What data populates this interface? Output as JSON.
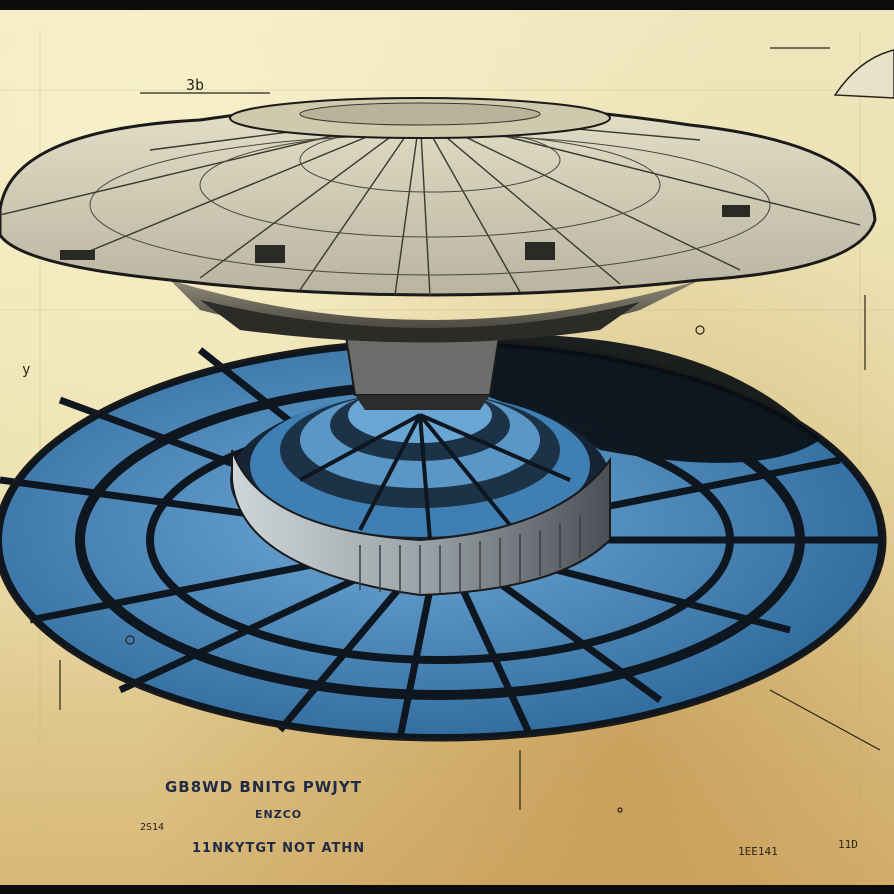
{
  "blueprint": {
    "title_line": "GB8WD BNITG PWJYT",
    "subtitle_line": "ENZCO",
    "code_line": "11NKYTGT NOT ATHN",
    "corner_marks": {
      "top_left": "3b",
      "left_small": "y",
      "bottom_left_a": "2S14",
      "bottom_right_a": "1EE141",
      "bottom_right_b": "11D"
    }
  },
  "colors": {
    "paper": "#e9dca8",
    "ink": "#2a2418",
    "panel_blue": "#4f8fc4",
    "panel_dark": "#0e1620",
    "saucer_top": "#d8d2b8"
  }
}
